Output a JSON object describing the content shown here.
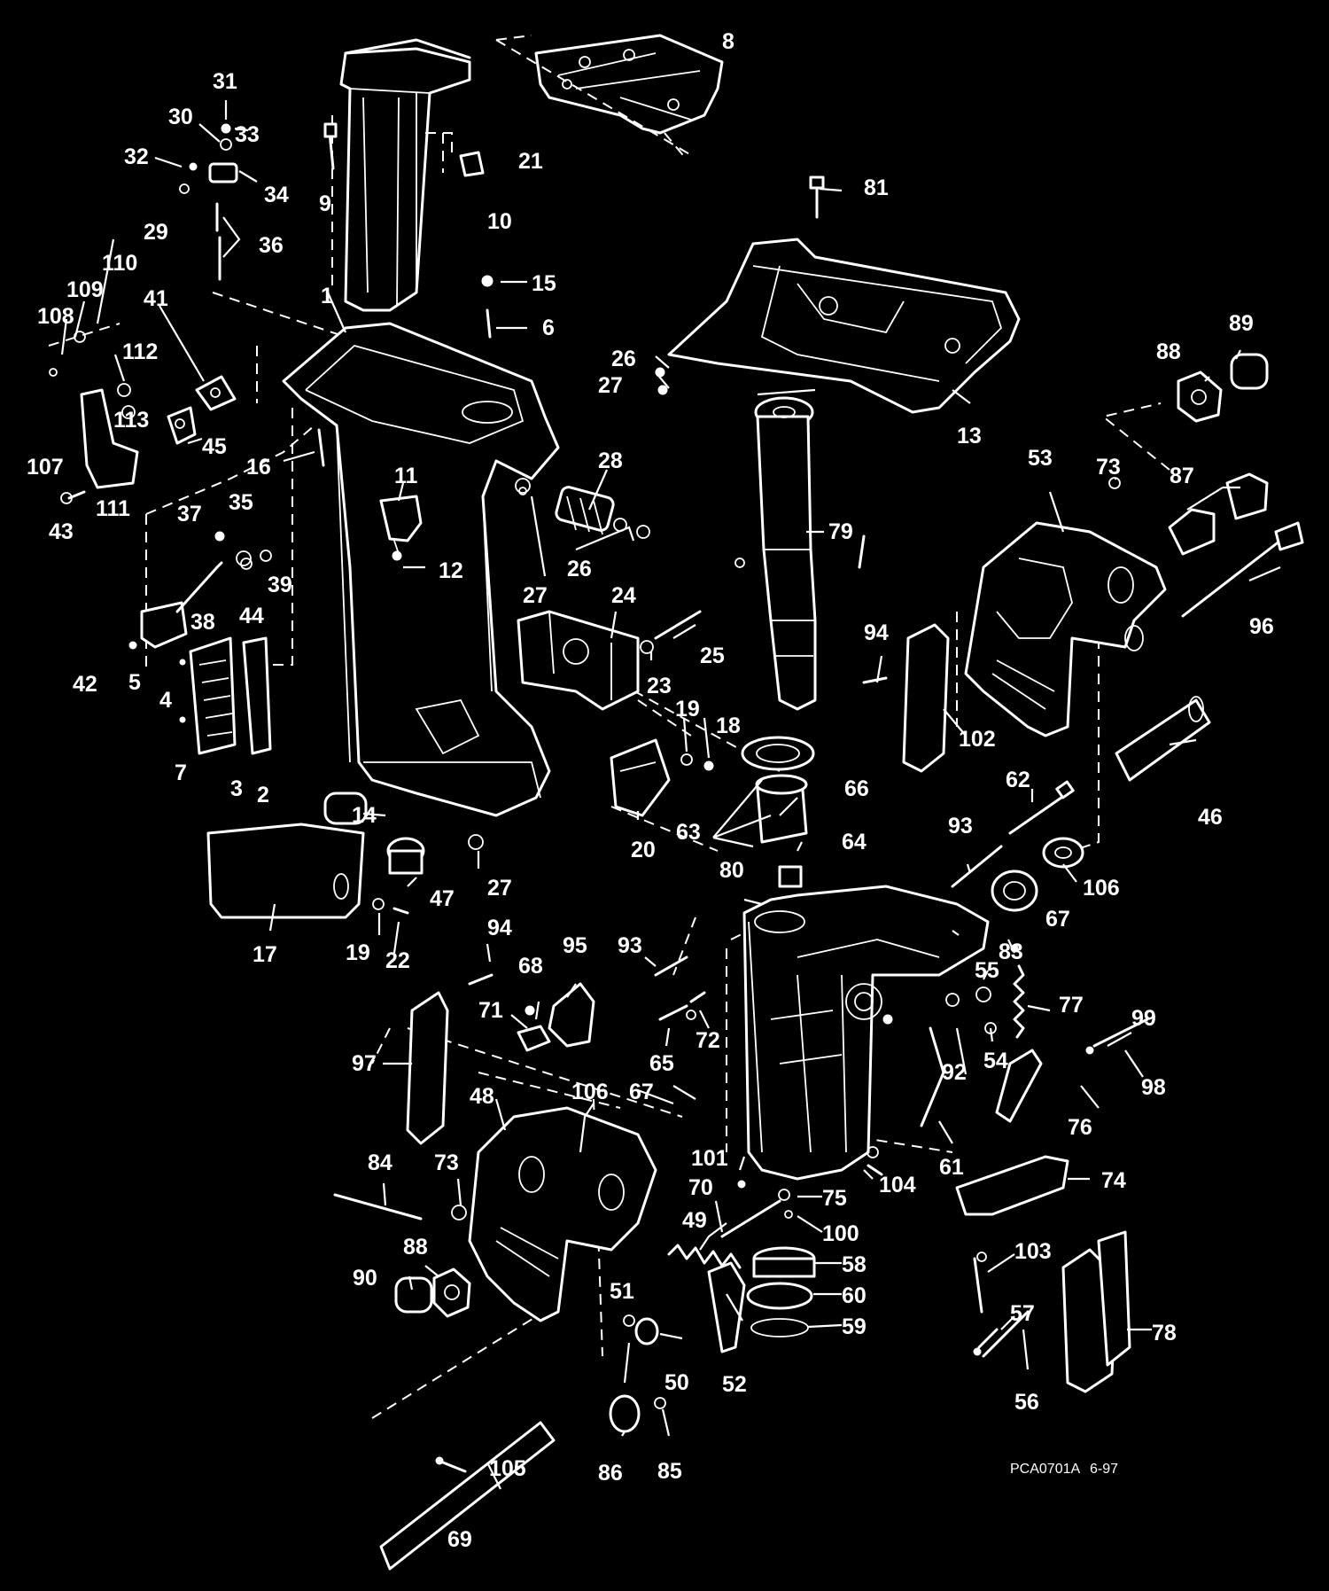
{
  "drawing": {
    "code": "PCA0701A",
    "date": "6-97",
    "colors": {
      "background": "#000000",
      "linework": "#ffffff"
    }
  },
  "callouts": {
    "c1": "1",
    "c2": "2",
    "c3": "3",
    "c4": "4",
    "c5": "5",
    "c6": "6",
    "c7": "7",
    "c8": "8",
    "c9": "9",
    "c10": "10",
    "c11": "11",
    "c12": "12",
    "c13": "13",
    "c14": "14",
    "c15": "15",
    "c16": "16",
    "c17": "17",
    "c18": "18",
    "c19a": "19",
    "c19b": "19",
    "c20": "20",
    "c21": "21",
    "c22": "22",
    "c23": "23",
    "c24": "24",
    "c25": "25",
    "c26a": "26",
    "c26b": "26",
    "c27a": "27",
    "c27b": "27",
    "c27c": "27",
    "c28": "28",
    "c29": "29",
    "c30": "30",
    "c31": "31",
    "c32": "32",
    "c33": "33",
    "c34": "34",
    "c35": "35",
    "c36": "36",
    "c37": "37",
    "c38": "38",
    "c39": "39",
    "c41": "41",
    "c42": "42",
    "c43": "43",
    "c44": "44",
    "c45": "45",
    "c46": "46",
    "c47": "47",
    "c48": "48",
    "c49": "49",
    "c50": "50",
    "c51": "51",
    "c52": "52",
    "c53": "53",
    "c54": "54",
    "c55": "55",
    "c56": "56",
    "c57": "57",
    "c58": "58",
    "c59": "59",
    "c60": "60",
    "c61": "61",
    "c62": "62",
    "c63": "63",
    "c64": "64",
    "c65": "65",
    "c66": "66",
    "c67a": "67",
    "c67b": "67",
    "c68": "68",
    "c69": "69",
    "c70": "70",
    "c71": "71",
    "c72": "72",
    "c73a": "73",
    "c73b": "73",
    "c74": "74",
    "c75": "75",
    "c76": "76",
    "c77": "77",
    "c78": "78",
    "c79": "79",
    "c80": "80",
    "c81": "81",
    "c83": "83",
    "c84": "84",
    "c85": "85",
    "c86": "86",
    "c87": "87",
    "c88a": "88",
    "c88b": "88",
    "c89": "89",
    "c90": "90",
    "c92": "92",
    "c93a": "93",
    "c93b": "93",
    "c94a": "94",
    "c94b": "94",
    "c95": "95",
    "c96": "96",
    "c97": "97",
    "c98": "98",
    "c99": "99",
    "c100": "100",
    "c101": "101",
    "c102": "102",
    "c103": "103",
    "c104": "104",
    "c105": "105",
    "c106a": "106",
    "c106b": "106",
    "c107": "107",
    "c108": "108",
    "c109": "109",
    "c110": "110",
    "c111": "111",
    "c112": "112",
    "c113": "113"
  }
}
